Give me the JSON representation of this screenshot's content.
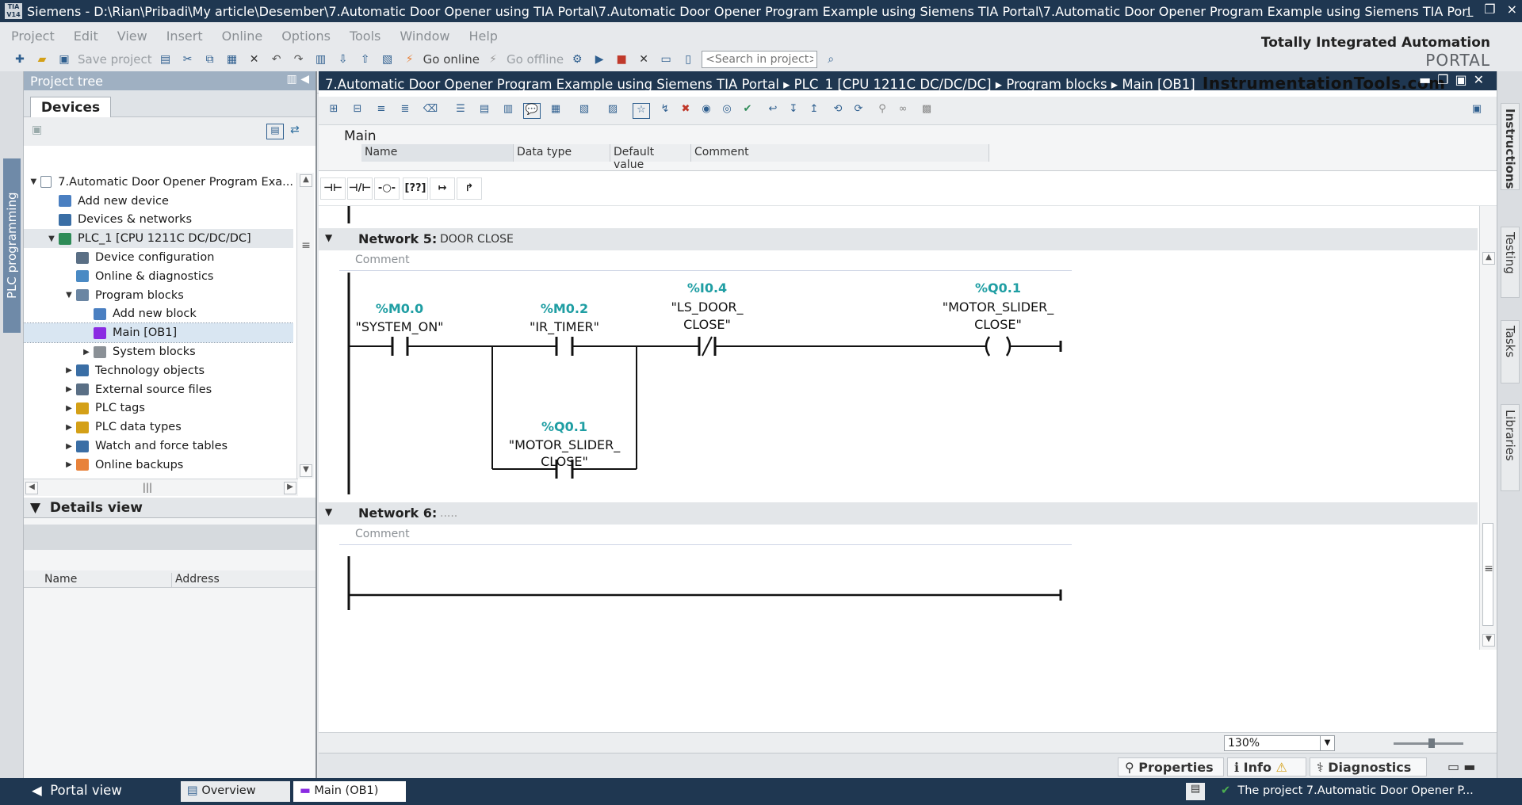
{
  "window": {
    "logo_text": "TIA V14",
    "title": "Siemens  -  D:\\Rian\\Pribadi\\My article\\Desember\\7.Automatic Door Opener using TIA Portal\\7.Automatic Door Opener Program Example using Siemens TIA Portal\\7.Automatic Door Opener Program Example using Siemens TIA Portal",
    "controls": [
      "_",
      "❐",
      "×"
    ]
  },
  "menu": [
    "Project",
    "Edit",
    "View",
    "Insert",
    "Online",
    "Options",
    "Tools",
    "Window",
    "Help"
  ],
  "toolbar": {
    "save_label": "Save project",
    "go_online_label": "Go online",
    "go_offline_label": "Go offline",
    "search_placeholder": "<Search in project>"
  },
  "branding": {
    "line1": "Totally Integrated Automation",
    "line2": "PORTAL"
  },
  "left_vertical_tab": "PLC programming",
  "project_tree": {
    "title": "Project tree",
    "tab": "Devices",
    "items": [
      {
        "label": "7.Automatic Door Opener Program Exa...",
        "level": 0,
        "arrow": "▼",
        "color": "#ffffff"
      },
      {
        "label": "Add new device",
        "level": 1,
        "arrow": "",
        "color": "#4a7fc1"
      },
      {
        "label": "Devices & networks",
        "level": 1,
        "arrow": "",
        "color": "#3a6ea5"
      },
      {
        "label": "PLC_1 [CPU 1211C DC/DC/DC]",
        "level": 1,
        "arrow": "▼",
        "color": "#2e8b57"
      },
      {
        "label": "Device configuration",
        "level": 2,
        "arrow": "",
        "color": "#5a6f85"
      },
      {
        "label": "Online & diagnostics",
        "level": 2,
        "arrow": "",
        "color": "#4a8ac4"
      },
      {
        "label": "Program blocks",
        "level": 2,
        "arrow": "▼",
        "color": "#6b86a3"
      },
      {
        "label": "Add new block",
        "level": 3,
        "arrow": "",
        "color": "#4a7fc1"
      },
      {
        "label": "Main [OB1]",
        "level": 3,
        "arrow": "",
        "color": "#8a2be2"
      },
      {
        "label": "System blocks",
        "level": 3,
        "arrow": "▶",
        "color": "#8a9096"
      },
      {
        "label": "Technology objects",
        "level": 2,
        "arrow": "▶",
        "color": "#3a6ea5"
      },
      {
        "label": "External source files",
        "level": 2,
        "arrow": "▶",
        "color": "#5a6f85"
      },
      {
        "label": "PLC tags",
        "level": 2,
        "arrow": "▶",
        "color": "#d4a017"
      },
      {
        "label": "PLC data types",
        "level": 2,
        "arrow": "▶",
        "color": "#d4a017"
      },
      {
        "label": "Watch and force tables",
        "level": 2,
        "arrow": "▶",
        "color": "#3a6ea5"
      },
      {
        "label": "Online backups",
        "level": 2,
        "arrow": "▶",
        "color": "#e8823a"
      }
    ]
  },
  "details_view": {
    "title": "Details view",
    "col_name": "Name",
    "col_address": "Address"
  },
  "editor": {
    "breadcrumb": "7.Automatic Door Opener Program Example using Siemens TIA Portal  ▸  PLC_1 [CPU 1211C DC/DC/DC]  ▸  Program blocks  ▸  Main [OB1]",
    "watermark": "InstrumentationTools.com",
    "interface": {
      "title": "Main",
      "columns": [
        "Name",
        "Data type",
        "Default value",
        "Comment"
      ]
    },
    "ladder_tools": [
      "⊣⊢",
      "⊣/⊢",
      "-○-",
      "[??]",
      "↦",
      "↱"
    ],
    "networks": [
      {
        "title": "Network 5:",
        "description": "DOOR CLOSE",
        "comment": "Comment",
        "elements": {
          "c1_addr": "%M0.0",
          "c1_name": "\"SYSTEM_ON\"",
          "c2_addr": "%M0.2",
          "c2_name": "\"IR_TIMER\"",
          "c3_addr": "%Q0.1",
          "c3_name1": "\"MOTOR_SLIDER_",
          "c3_name2": "CLOSE\"",
          "c4_addr": "%I0.4",
          "c4_name1": "\"LS_DOOR_",
          "c4_name2": "CLOSE\"",
          "coil_addr": "%Q0.1",
          "coil_name1": "\"MOTOR_SLIDER_",
          "coil_name2": "CLOSE\""
        }
      },
      {
        "title": "Network 6:",
        "description": ".....",
        "comment": "Comment"
      }
    ],
    "zoom": "130%"
  },
  "properties_tabs": [
    "Properties",
    "Info",
    "Diagnostics"
  ],
  "right_tabs": [
    "Instructions",
    "Testing",
    "Tasks",
    "Libraries"
  ],
  "statusbar": {
    "portal_view": "Portal view",
    "tabs": [
      "Overview",
      "Main (OB1)"
    ],
    "message": "The project 7.Automatic Door Opener P..."
  },
  "colors": {
    "titlebar": "#1f3751",
    "address_teal": "#1f9ea3",
    "selection": "#d9e6f2"
  }
}
